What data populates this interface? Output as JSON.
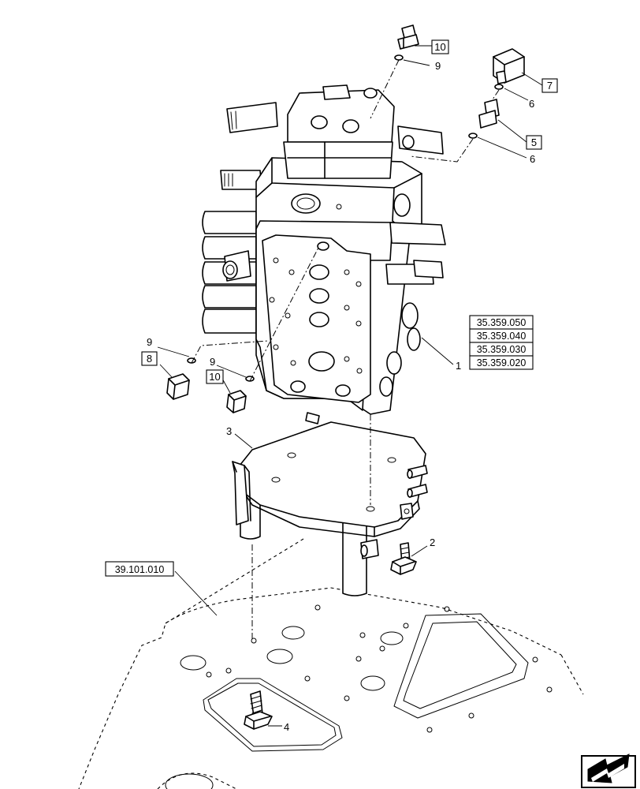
{
  "callouts": {
    "c1": "1",
    "c2": "2",
    "c3": "3",
    "c4": "4",
    "c5": "5",
    "c6a": "6",
    "c6b": "6",
    "c7": "7",
    "c8": "8",
    "c9a": "9",
    "c9b": "9",
    "c9c": "9",
    "c10a": "10",
    "c10b": "10"
  },
  "references": {
    "ref_a": "35.359.050",
    "ref_b": "35.359.040",
    "ref_c": "35.359.030",
    "ref_d": "35.359.020",
    "ref_frame": "39.101.010"
  },
  "icons": {
    "nav": "next-page-arrow-icon"
  }
}
